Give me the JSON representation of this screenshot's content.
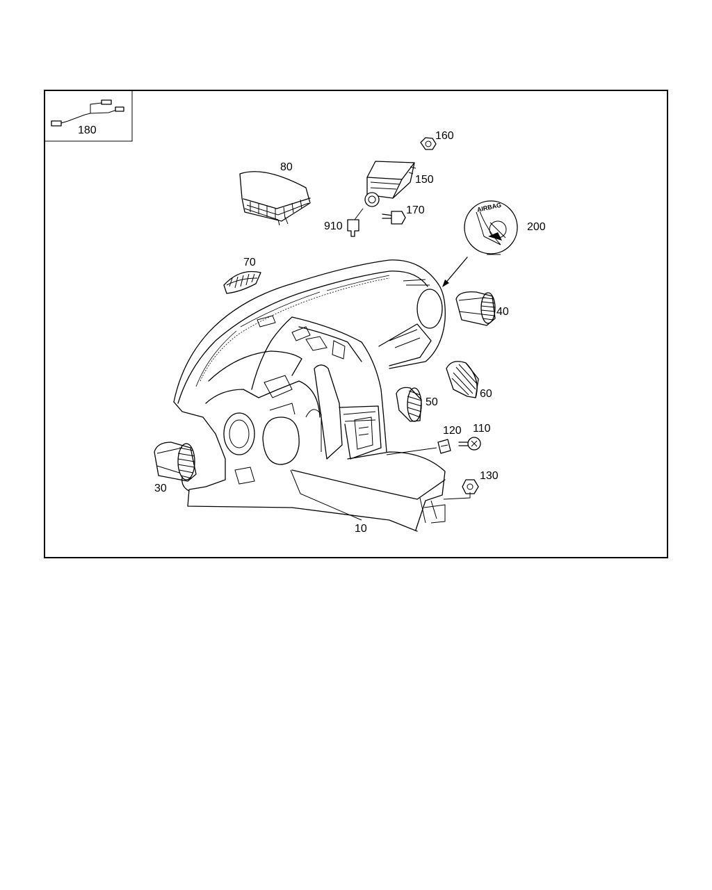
{
  "diagram": {
    "part_labels": {
      "p180": "180",
      "p160": "160",
      "p80": "80",
      "p150": "150",
      "p170": "170",
      "p910": "910",
      "p200": "200",
      "p70": "70",
      "p40": "40",
      "p60": "60",
      "p50": "50",
      "p120": "120",
      "p110": "110",
      "p130": "130",
      "p30": "30",
      "p10": "10"
    },
    "decal_text": "AIRBAG"
  }
}
